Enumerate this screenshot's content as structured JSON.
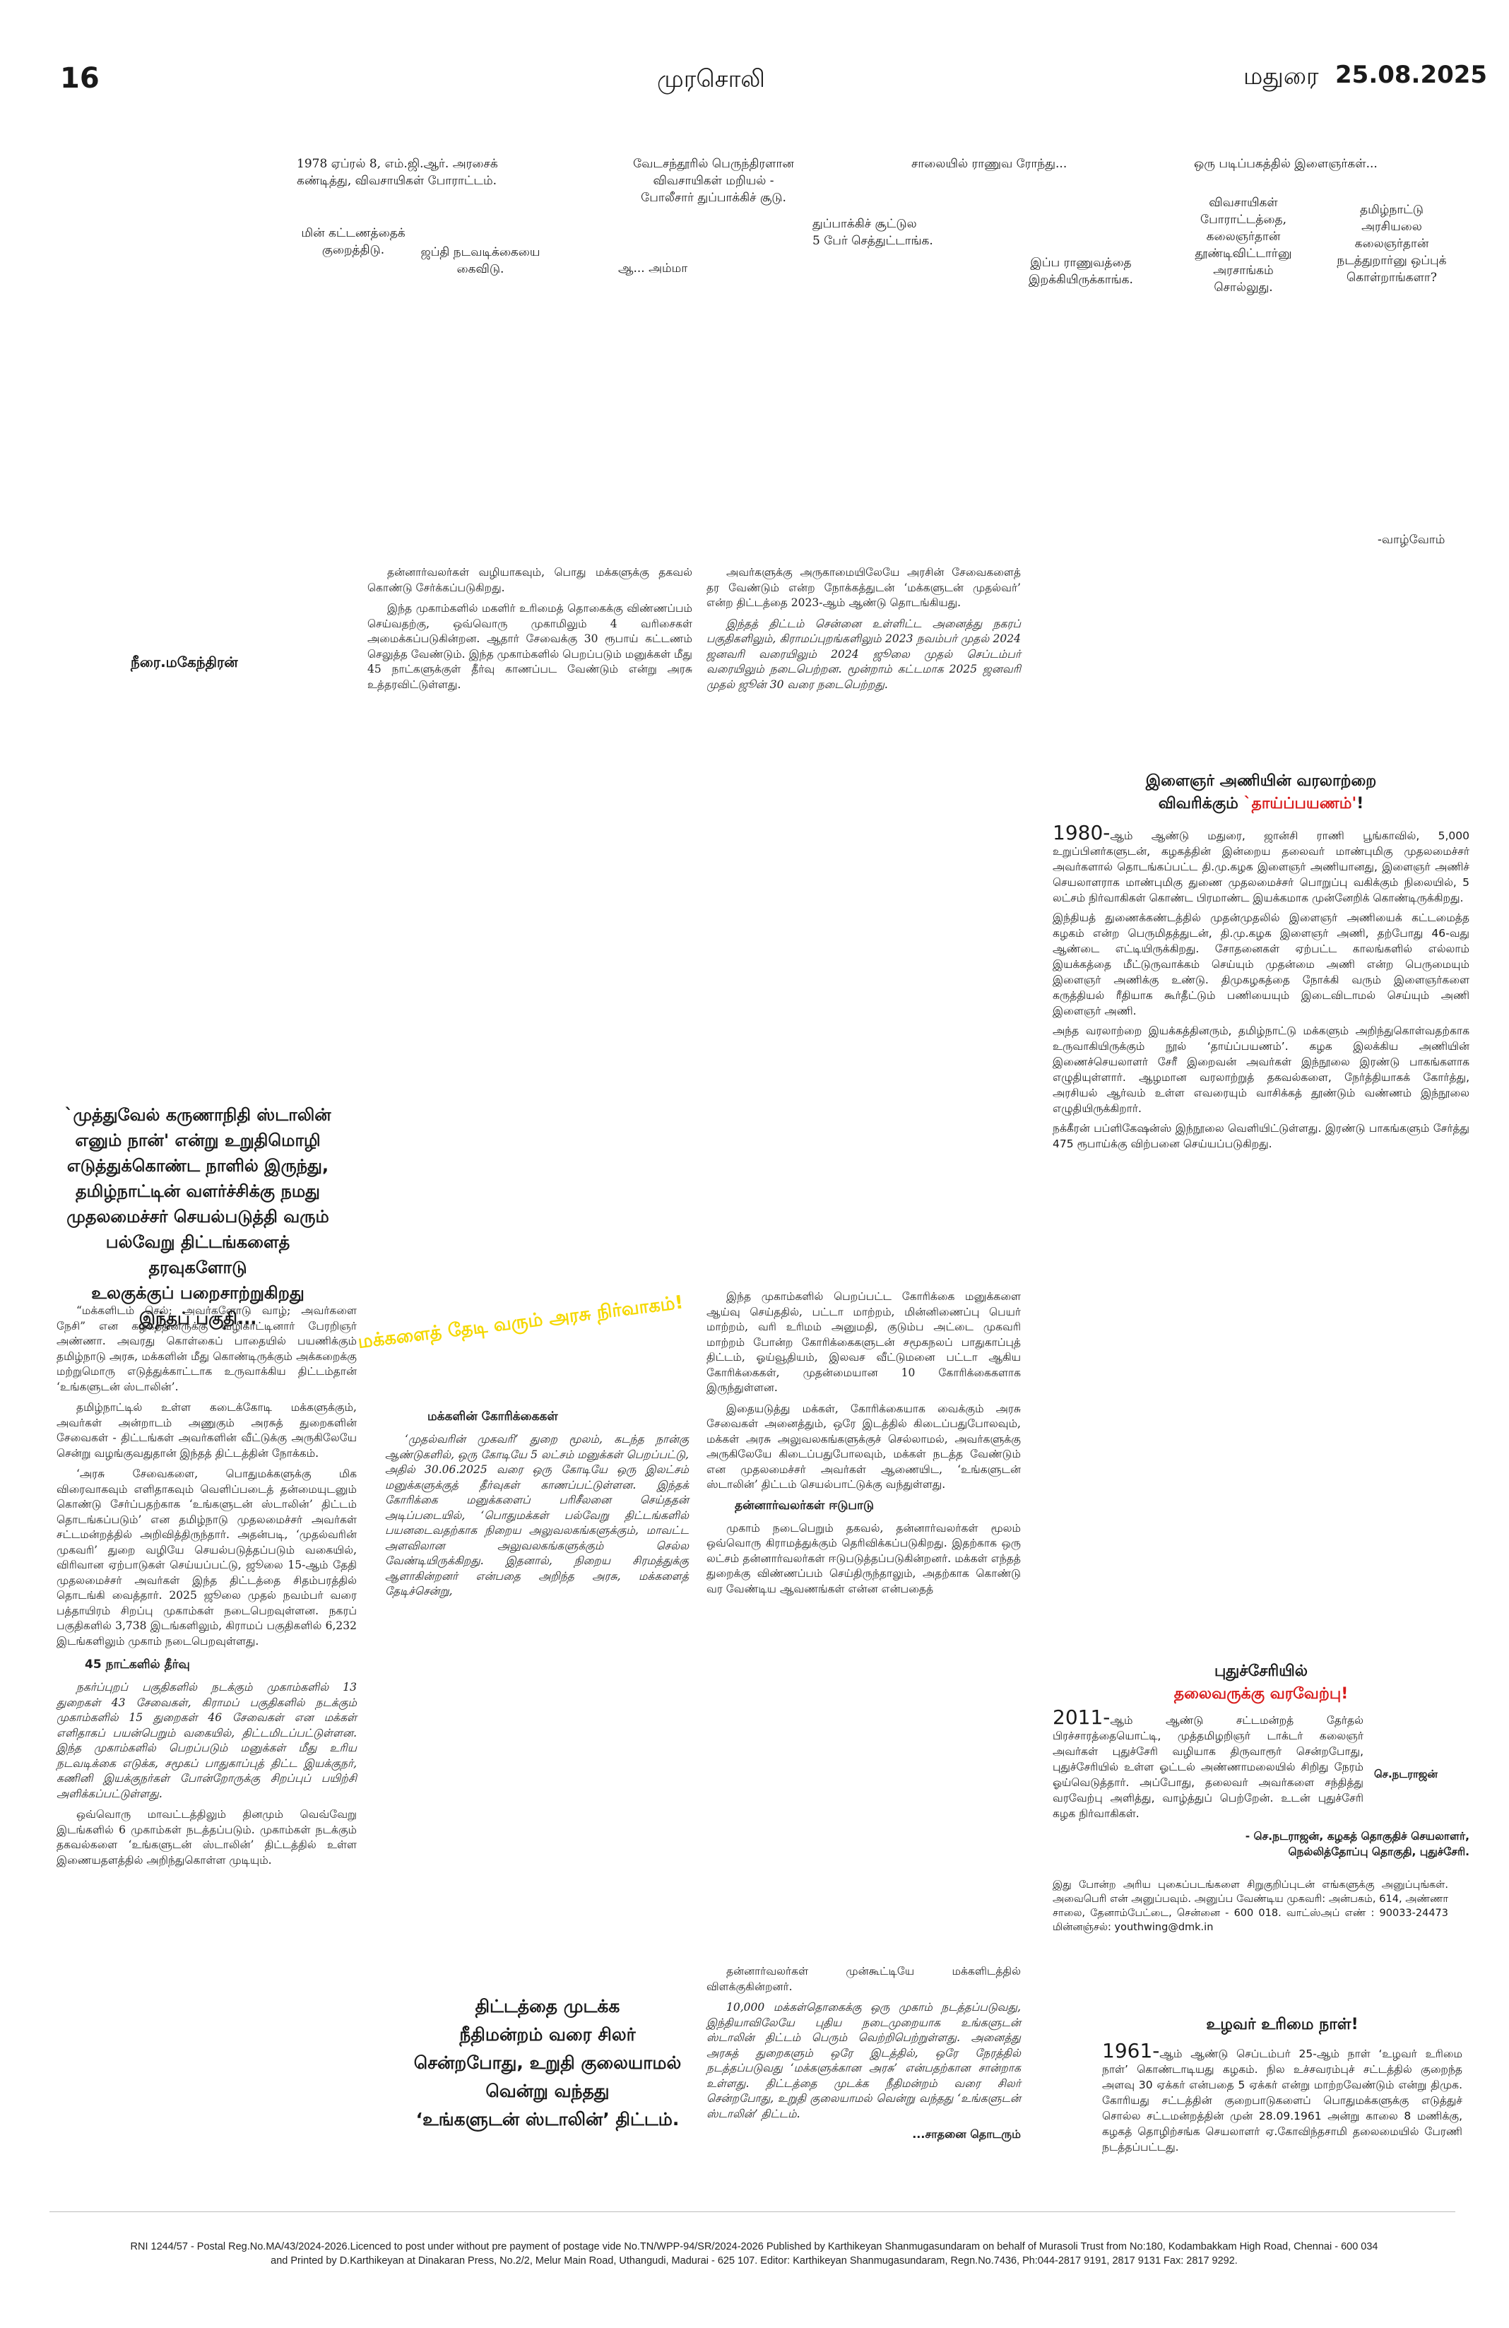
{
  "header": {
    "page_number": "16",
    "paper_name": "முரசொலி",
    "city": "மதுரை",
    "date": "25.08.2025"
  },
  "comic_captions": [
    "1978 ஏப்ரல் 8, எம்.ஜி.ஆர். அரசைக்\nகண்டித்து, விவசாயிகள் போராட்டம்.",
    "வேடசந்தூரில் பெருந்திரளான\nவிவசாயிகள் மறியல் -\nபோலீசார் துப்பாக்கிச் சூடு.",
    "சாலையில் ராணுவ ரோந்து...",
    "ஒரு படிப்பகத்தில் இளைஞர்கள்...",
    "மின் கட்டணத்தைக்\nகுறைத்திடு.",
    "ஜப்தி நடவடிக்கையை\nகைவிடு.",
    "ஆ... அம்மா",
    "துப்பாக்கிச் சூட்டுல\n5 பேர் செத்துட்டாங்க.",
    "இப்ப ராணுவத்தை\nஇறக்கியிருக்காங்க.",
    "விவசாயிகள்\nபோராட்டத்தை,\nகலைஞர்தான்\nதூண்டிவிட்டார்னு\nஅரசாங்கம்\nசொல்லுது.",
    "தமிழ்நாட்டு\nஅரசியலை\nகலைஞர்தான்\nநடத்துறார்னு ஒப்புக்\nகொள்றாங்களா?",
    "-வாழ்வோம்"
  ],
  "article": {
    "byline": "நீரை.மகேந்திரன்",
    "pullquote": "`முத்துவேல் கருணாநிதி ஸ்டாலின்\nஎனும் நான்' என்று உறுதிமொழி\nஎடுத்துக்கொண்ட நாளில் இருந்து,\nதமிழ்நாட்டின் வளர்ச்சிக்கு நமது\nமுதலமைச்சர் செயல்படுத்தி வரும்\nபல்வேறு திட்டங்களைத் தரவுகளோடு\nஉலகுக்குப் பறைசாற்றுகிறது\nஇந்தப் பகுதி...",
    "rotated_title": "மக்களைத் தேடி வரும் அரசு நிர்வாகம்!",
    "col1": [
      "“மக்களிடம் செல்; அவர்களோடு வாழ்; அவர்களை நேசி” என கழகத்தினருக்கு வழிகாட்டினார் பேரறிஞர் அண்ணா. அவரது கொள்கைப் பாதையில் பயணிக்கும் தமிழ்நாடு அரசு, மக்களின் மீது கொண்டிருக்கும் அக்கறைக்கு மற்றுமொரு எடுத்துக்காட்டாக உருவாக்கிய திட்டம்தான் ‘உங்களுடன் ஸ்டாலின்’.",
      "தமிழ்நாட்டில் உள்ள கடைக்கோடி மக்களுக்கும், அவர்கள் அன்றாடம் அணுகும் அரசுத் துறைகளின் சேவைகள் - திட்டங்கள் அவர்களின் வீட்டுக்கு அருகிலேயே சென்று வழங்குவதுதான் இந்தத் திட்டத்தின் நோக்கம்.",
      "‘அரசு சேவைகளை, பொதுமக்களுக்கு மிக விரைவாகவும் எளிதாகவும் வெளிப்படைத் தன்மையுடனும் கொண்டு சேர்ப்பதற்காக ‘உங்களுடன் ஸ்டாலின்’ திட்டம் தொடங்கப்படும்’ என தமிழ்நாடு முதலமைச்சர் அவர்கள் சட்டமன்றத்தில் அறிவித்திருந்தார். அதன்படி, ‘முதல்வரின் முகவரி’ துறை வழியே செயல்படுத்தப்படும் வகையில், விரிவான ஏற்பாடுகள் செய்யப்பட்டு, ஜூலை 15-ஆம் தேதி முதலமைச்சர் அவர்கள் இந்த திட்டத்தை சிதம்பரத்தில் தொடங்கி வைத்தார். 2025 ஜூலை முதல் நவம்பர் வரை பத்தாயிரம் சிறப்பு முகாம்கள் நடைபெறவுள்ளன. நகரப் பகுதிகளில் 3,738 இடங்களிலும், கிராமப் பகுதிகளில் 6,232 இடங்களிலும் முகாம் நடைபெறவுள்ளது."
    ],
    "col1_sub": "45 நாட்களில் தீர்வு",
    "col1b": [
      "நகர்ப்புறப் பகுதிகளில் நடக்கும் முகாம்களில் 13 துறைகள் 43 சேவைகள், கிராமப் பகுதிகளில் நடக்கும் முகாம்களில் 15 துறைகள் 46 சேவைகள் என மக்கள் எளிதாகப் பயன்பெறும் வகையில், திட்டமிடப்பட்டுள்ளன. இந்த முகாம்களில் பெறப்படும் மனுக்கள் மீது உரிய நடவடிக்கை எடுக்க, சமூகப் பாதுகாப்புத் திட்ட இயக்குநர், கணினி இயக்குநர்கள் போன்றோருக்கு சிறப்புப் பயிற்சி அளிக்கப்பட்டுள்ளது.",
      "ஒவ்வொரு மாவட்டத்திலும் தினமும் வெவ்வேறு இடங்களில் 6 முகாம்கள் நடத்தப்படும். முகாம்கள் நடக்கும் தகவல்களை ‘உங்களுடன் ஸ்டாலின்’ திட்டத்தில் உள்ள இணையதளத்தில் அறிந்துகொள்ள முடியும்."
    ],
    "col2_top": [
      "தன்னார்வலர்கள் வழியாகவும், பொது மக்களுக்கு தகவல் கொண்டு சேர்க்கப்படுகிறது.",
      "இந்த முகாம்களில் மகளிர் உரிமைத் தொகைக்கு விண்ணப்பம் செய்வதற்கு, ஒவ்வொரு முகாமிலும் 4 வரிசைகள் அமைக்கப்படுகின்றன. ஆதார் சேவைக்கு 30 ரூபாய் கட்டணம் செலுத்த வேண்டும். இந்த முகாம்களில் பெறப்படும் மனுக்கள் மீது 45 நாட்களுக்குள் தீர்வு காணப்பட வேண்டும் என்று அரசு உத்தரவிட்டுள்ளது."
    ],
    "col2_sub": "மக்களின் கோரிக்கைகள்",
    "col2_mid": [
      "‘முதல்வரின் முகவரி’ துறை மூலம், கடந்த நான்கு ஆண்டுகளில், ஒரு கோடியே 5 லட்சம் மனுக்கள் பெறப்பட்டு, அதில் 30.06.2025 வரை ஒரு கோடியே ஒரு இலட்சம் மனுக்களுக்குத் தீர்வுகள் காணப்பட்டுள்ளன. இந்தக் கோரிக்கை மனுக்களைப் பரிசீலனை செய்ததன் அடிப்படையில், ‘பொதுமக்கள் பல்வேறு திட்டங்களில் பயனடைவதற்காக நிறைய அலுவலகங்களுக்கும், மாவட்ட அளவிலான அலுவலகங்களுக்கும் செல்ல வேண்டியிருக்கிறது. இதனால், நிறைய சிரமத்துக்கு ஆளாகின்றனர் என்பதை அறிந்த அரசு, மக்களைத் தேடிச்சென்று,"
    ],
    "col2_pull": "திட்டத்தை முடக்க\nநீதிமன்றம் வரை சிலர்\nசென்றபோது, உறுதி குலையாமல்\nவென்று வந்தது\n‘உங்களுடன் ஸ்டாலின்’ திட்டம்.",
    "col3_top": [
      "அவர்களுக்கு அருகாமையிலேயே அரசின் சேவைகளைத் தர வேண்டும் என்ற நோக்கத்துடன் ‘மக்களுடன் முதல்வர்’ என்ற திட்டத்தை 2023-ஆம் ஆண்டு தொடங்கியது.",
      "இந்தத் திட்டம் சென்னை உள்ளிட்ட அனைத்து நகரப் பகுதிகளிலும், கிராமப்புறங்களிலும் 2023 நவம்பர் முதல் 2024 ஜனவரி வரையிலும் 2024 ஜூலை முதல் செப்டம்பர் வரையிலும் நடைபெற்றன. மூன்றாம் கட்டமாக 2025 ஜனவரி முதல் ஜூன் 30 வரை நடைபெற்றது."
    ],
    "col3_mid": [
      "இந்த முகாம்களில் பெறப்பட்ட கோரிக்கை மனுக்களை ஆய்வு செய்ததில், பட்டா மாற்றம், மின்னிணைப்பு பெயர் மாற்றம், வரி உரிமம் அனுமதி, குடும்ப அட்டை முகவரி மாற்றம் போன்ற கோரிக்கைகளுடன் சமூகநலப் பாதுகாப்புத் திட்டம், ஓய்வூதியம், இலவச வீட்டுமனை பட்டா ஆகிய கோரிக்கைகள், முதன்மையான 10 கோரிக்கைகளாக இருந்துள்ளன.",
      "இதையடுத்து மக்கள், கோரிக்கையாக வைக்கும் அரசு சேவைகள் அனைத்தும், ஒரே இடத்தில் கிடைப்பதுபோலவும், மக்கள் அரசு அலுவலகங்களுக்குச் செல்லாமல், அவர்களுக்கு அருகிலேயே கிடைப்பதுபோலவும், மக்கள் நடத்த வேண்டும் என முதலமைச்சர் அவர்கள் ஆணையிட, ‘உங்களுடன் ஸ்டாலின்’ திட்டம் செயல்பாட்டுக்கு வந்துள்ளது."
    ],
    "col3_sub": "தன்னார்வலர்கள் ஈடுபாடு",
    "col3_sub_text": [
      "முகாம் நடைபெறும் தகவல், தன்னார்வலர்கள் மூலம் ஒவ்வொரு கிராமத்துக்கும் தெரிவிக்கப்படுகிறது. இதற்காக ஒரு லட்சம் தன்னார்வலர்கள் ஈடுபடுத்தப்படுகின்றனர். மக்கள் எந்தத் துறைக்கு விண்ணப்பம் செய்திருந்தாலும், அதற்காக கொண்டு வர வேண்டிய ஆவணங்கள் என்ன என்பதைத்"
    ],
    "col3_bottom": [
      "தன்னார்வலர்கள் முன்கூட்டியே மக்களிடத்தில் விளக்குகின்றனர்.",
      "10,000 மக்கள்தொகைக்கு ஒரு முகாம் நடத்தப்படுவது, இந்தியாவிலேயே புதிய நடைமுறையாக உங்களுடன் ஸ்டாலின் திட்டம் பெரும் வெற்றிபெற்றுள்ளது. அனைத்து அரசுத் துறைகளும் ஒரே இடத்தில், ஒரே நேரத்தில் நடத்தப்படுவது ‘மக்களுக்கான அரசு’ என்பதற்கான சான்றாக உள்ளது. திட்டத்தை முடக்க நீதிமன்றம் வரை சிலர் சென்றபோது, உறுதி குலையாமல் வென்று வந்தது ‘உங்களுடன் ஸ்டாலின்’ திட்டம்."
    ],
    "continued": "...சாதனை தொடரும்"
  },
  "sidebar1": {
    "title_line1": "இளைஞர் அணியின் வரலாற்றை",
    "title_line2": "விவரிக்கும் ",
    "title_red": "`தாய்ப்பயணம்'",
    "title_end": "!",
    "lead_big": "1980-",
    "paras": [
      "ஆம் ஆண்டு மதுரை, ஜான்சி ராணி பூங்காவில், 5,000 உறுப்பினர்களுடன், கழகத்தின் இன்றைய தலைவர் மாண்புமிகு முதலமைச்சர் அவர்களால் தொடங்கப்பட்ட தி.மு.கழக இளைஞர் அணியானது, இளைஞர் அணிச் செயலாளராக மாண்புமிகு துணை முதலமைச்சர் பொறுப்பு வகிக்கும் நிலையில், 5 லட்சம் நிர்வாகிகள் கொண்ட பிரமாண்ட இயக்கமாக முன்னேறிக் கொண்டிருக்கிறது.",
      "இந்தியத் துணைக்கண்டத்தில் முதன்முதலில் இளைஞர் அணியைக் கட்டமைத்த கழகம் என்ற பெருமிதத்துடன், தி.மு.கழக இளைஞர் அணி, தற்போது 46-வது ஆண்டை எட்டியிருக்கிறது. சோதனைகள் ஏற்பட்ட காலங்களில் எல்லாம் இயக்கத்தை மீட்டுருவாக்கம் செய்யும் முதன்மை அணி என்ற பெருமையும் இளைஞர் அணிக்கு உண்டு. திமுகழகத்தை நோக்கி வரும் இளைஞர்களை கருத்தியல் ரீதியாக கூர்தீட்டும் பணியையும் இடைவிடாமல் செய்யும் அணி இளைஞர் அணி.",
      "அந்த வரலாற்றை இயக்கத்தினரும், தமிழ்நாட்டு மக்களும் அறிந்துகொள்வதற்காக உருவாகியிருக்கும் நூல் ‘தாய்ப்பயணம்’. கழக இலக்கிய அணியின் இணைச்செயலாளர் சேரீ இறைவன் அவர்கள் இந்நூலை இரண்டு பாகங்களாக எழுதியுள்ளார். ஆழமான வரலாற்றுத் தகவல்களை, நேர்த்தியாகக் கோர்த்து, அரசியல் ஆர்வம் உள்ள எவரையும் வாசிக்கத் தூண்டும் வண்ணம் இந்நூலை எழுதியிருக்கிறார்.",
      "நக்கீரன் பப்ளிகேஷன்ஸ் இந்நூலை வெளியிட்டுள்ளது. இரண்டு பாகங்களும் சேர்த்து 475 ரூபாய்க்கு விற்பனை செய்யப்படுகிறது."
    ]
  },
  "sidebar2": {
    "title_line1": "புதுச்சேரியில்",
    "title_red": "தலைவருக்கு வரவேற்பு!",
    "lead_big": "2011-",
    "text": "ஆம் ஆண்டு சட்டமன்றத் தேர்தல் பிரச்சாரத்தையொட்டி, முத்தமிழறிஞர் டாக்டர் கலைஞர் அவர்கள் புதுச்சேரி வழியாக திருவாரூர் சென்றபோது, புதுச்சேரியில் உள்ள ஓட்டல் அண்ணாமலையில் சிறிது நேரம் ஓய்வெடுத்தார். அப்போது, தலைவர் அவர்களை சந்தித்து வரவேற்பு அளித்து, வாழ்த்துப் பெற்றேன். உடன் புதுச்சேரி கழக நிர்வாகிகள்.",
    "photo_caption": "செ.நடராஜன்",
    "signature": "- செ.நடராஜன், கழகத் தொகுதிச் செயலாளர்,\nநெல்லித்தோப்பு தொகுதி, புதுச்சேரி.",
    "appeal": "இது போன்ற அரிய புகைப்படங்களை சிறுகுறிப்புடன் எங்களுக்கு அனுப்புங்கள். அவைபெரி என் அனுப்பவும். அனுப்ப வேண்டிய முகவரி: அன்பகம், 614, அண்ணா சாலை, தேனாம்பேட்டை, சென்னை - 600 018. வாட்ஸ்அப் எண் : 90033-24473 மின்னஞ்சல்: youthwing@dmk.in"
  },
  "sidebar3": {
    "title": "உழவர் உரிமை நாள்!",
    "lead_big": "1961-",
    "text": "ஆம் ஆண்டு செப்டம்பர் 25-ஆம் நாள் ‘உழவர் உரிமை நாள்’ கொண்டாடியது கழகம். நில உச்சவரம்புச் சட்டத்தில் குறைந்த அளவு 30 ஏக்கர் என்பதை 5 ஏக்கர் என்று மாற்றவேண்டும் என்று திமுக. கோரியது சட்டத்தின் குறைபாடுகளைப் பொதுமக்களுக்கு எடுத்துச் சொல்ல சட்டமன்றத்தின் முன் 28.09.1961 அன்று காலை 8 மணிக்கு, கழகத் தொழிற்சங்க செயலாளர் ஏ.கோவிந்தசாமி தலைமையில் பேரணி நடத்தப்பட்டது."
  },
  "footer": {
    "line1": "RNI 1244/57 - Postal Reg.No.MA/43/2024-2026.Licenced to post under without pre payment of postage vide No.TN/WPP-94/SR/2024-2026 Published by Karthikeyan Shanmugasundaram on behalf of Murasoli Trust from No:180, Kodambakkam High Road, Chennai - 600 034",
    "line2": "and Printed by D.Karthikeyan at Dinakaran Press, No.2/2, Melur Main Road, Uthangudi, Madurai - 625 107. Editor: Karthikeyan Shanmugasundaram, Regn.No.7436, Ph:044-2817 9191, 2817 9131 Fax: 2817 9292."
  }
}
